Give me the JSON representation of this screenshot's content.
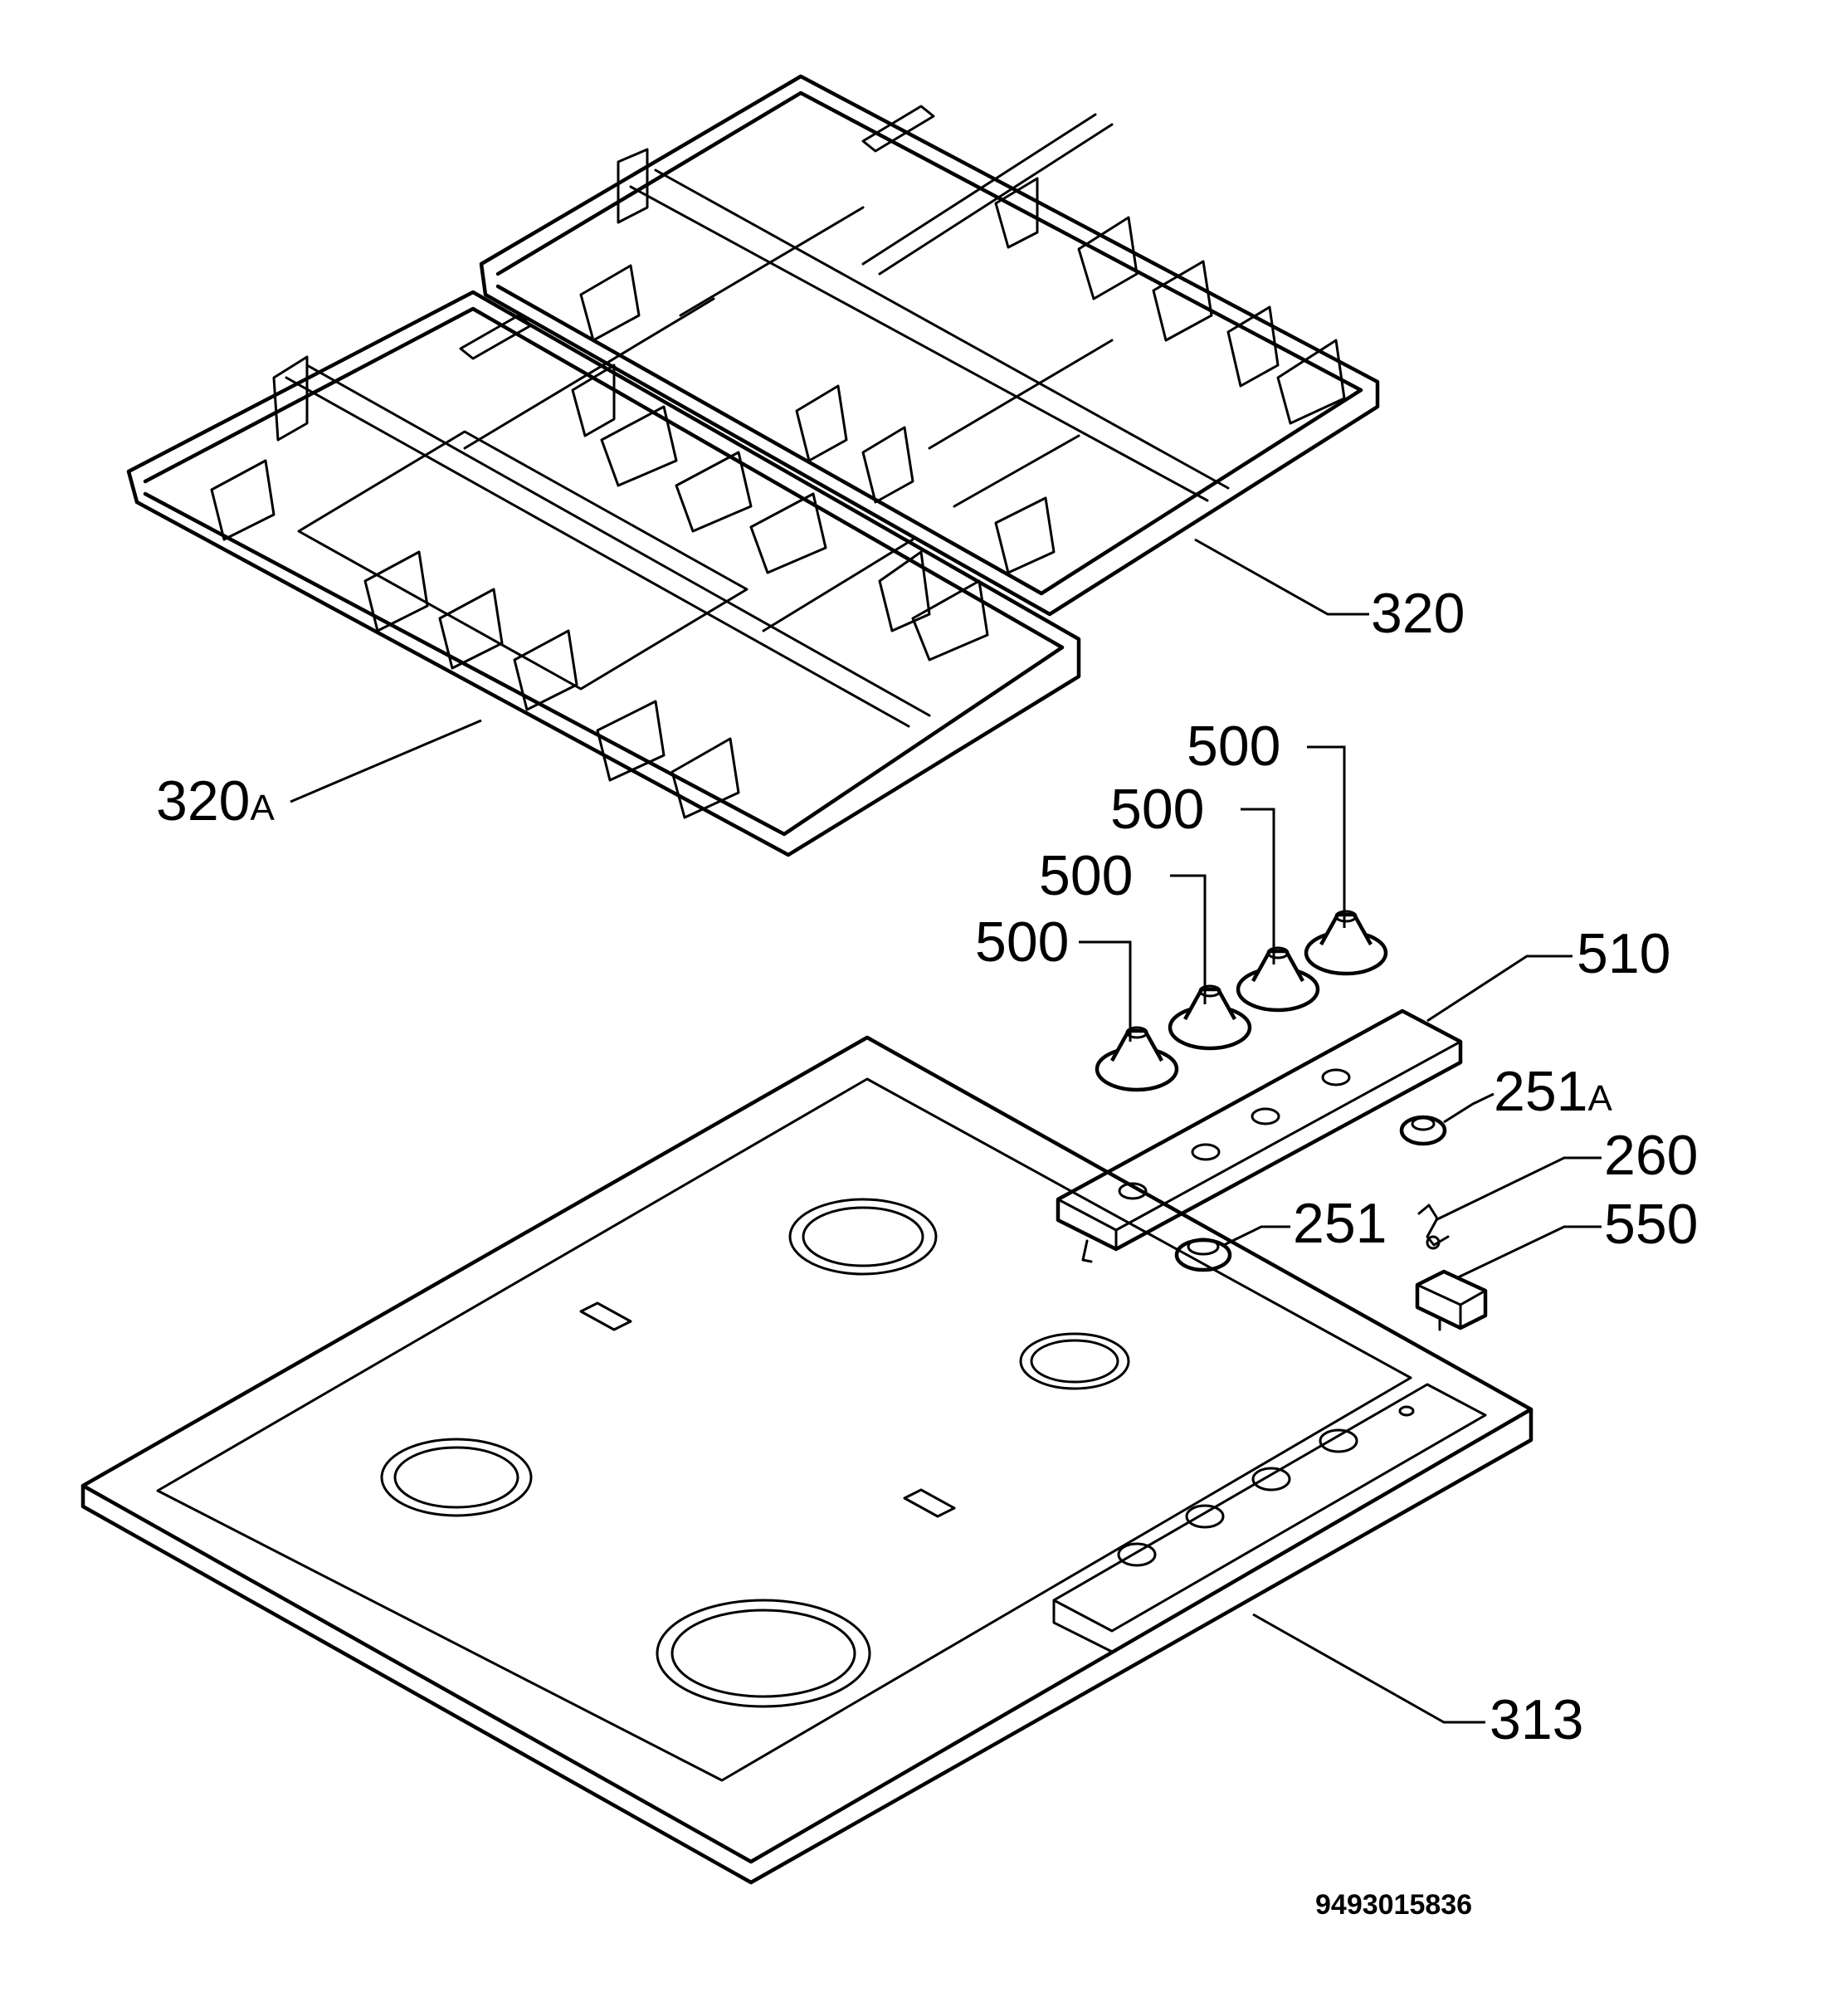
{
  "diagram": {
    "document_number": "9493015836",
    "callouts": [
      {
        "id": "320",
        "text": "320",
        "suffix": ""
      },
      {
        "id": "320A",
        "text": "320",
        "suffix": "A"
      },
      {
        "id": "500-1",
        "text": "500",
        "suffix": ""
      },
      {
        "id": "500-2",
        "text": "500",
        "suffix": ""
      },
      {
        "id": "500-3",
        "text": "500",
        "suffix": ""
      },
      {
        "id": "500-4",
        "text": "500",
        "suffix": ""
      },
      {
        "id": "510",
        "text": "510",
        "suffix": ""
      },
      {
        "id": "251A",
        "text": "251",
        "suffix": "A"
      },
      {
        "id": "260",
        "text": "260",
        "suffix": ""
      },
      {
        "id": "251",
        "text": "251",
        "suffix": ""
      },
      {
        "id": "550",
        "text": "550",
        "suffix": ""
      },
      {
        "id": "313",
        "text": "313",
        "suffix": ""
      }
    ]
  }
}
